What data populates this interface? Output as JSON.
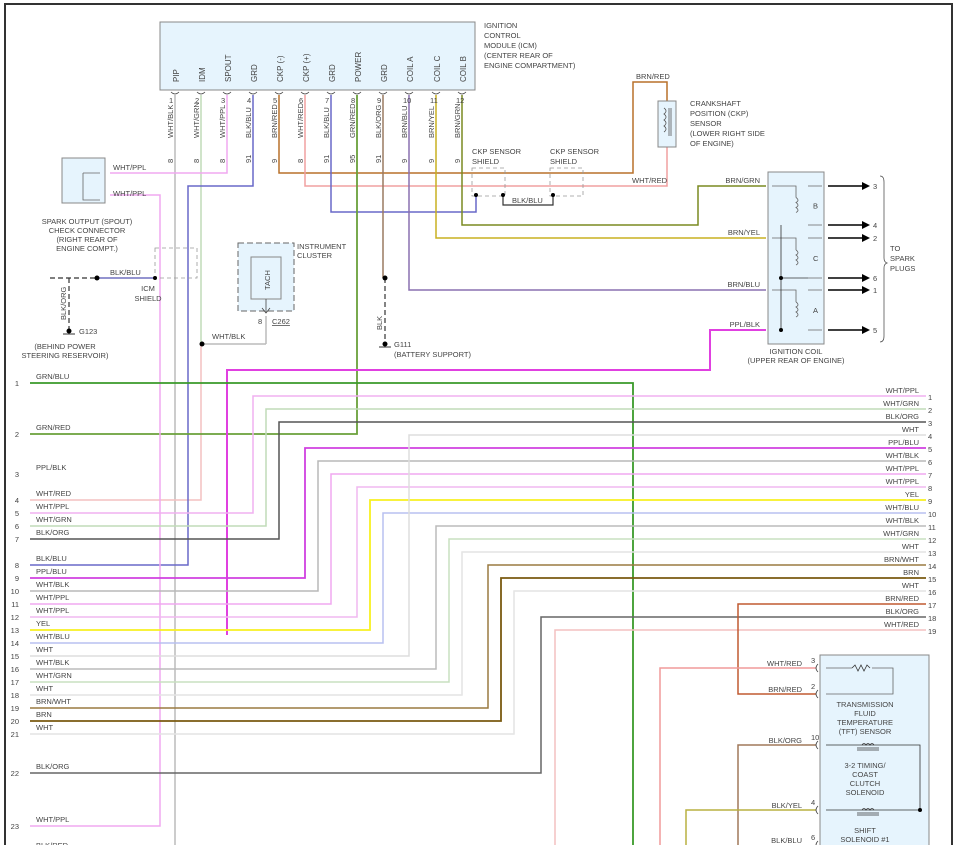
{
  "icm": {
    "title_lines": [
      "IGNITION",
      "CONTROL",
      "MODULE (ICM)",
      "(CENTER REAR OF",
      "ENGINE COMPARTMENT)"
    ],
    "pins": [
      {
        "pin": "1",
        "name": "PIP",
        "wire": "WHT/BLK",
        "circuit": "8"
      },
      {
        "pin": "2",
        "name": "IDM",
        "wire": "WHT/GRN",
        "circuit": "8"
      },
      {
        "pin": "3",
        "name": "SPOUT",
        "wire": "WHT/PPL",
        "circuit": "8"
      },
      {
        "pin": "4",
        "name": "GRD",
        "wire": "BLK/BLU",
        "circuit": "91"
      },
      {
        "pin": "5",
        "name": "CKP (-)",
        "wire": "BRN/RED",
        "circuit": "9"
      },
      {
        "pin": "6",
        "name": "CKP (+)",
        "wire": "WHT/RED",
        "circuit": "8"
      },
      {
        "pin": "7",
        "name": "GRD",
        "wire": "BLK/BLU",
        "circuit": "91"
      },
      {
        "pin": "8",
        "name": "POWER",
        "wire": "GRN/RED",
        "circuit": "95"
      },
      {
        "pin": "9",
        "name": "GRD",
        "wire": "BLK/ORG",
        "circuit": "91"
      },
      {
        "pin": "10",
        "name": "COIL A",
        "wire": "BRN/BLU",
        "circuit": "9"
      },
      {
        "pin": "11",
        "name": "COIL C",
        "wire": "BRN/YEL",
        "circuit": "9"
      },
      {
        "pin": "12",
        "name": "COIL B",
        "wire": "BRN/GRN",
        "circuit": "9"
      }
    ]
  },
  "ckp_sensor": {
    "title_lines": [
      "CRANKSHAFT",
      "POSITION (CKP)",
      "SENSOR",
      "(LOWER RIGHT SIDE",
      "OF ENGINE)"
    ],
    "wire_top": "BRN/RED",
    "wire_bottom": "WHT/RED",
    "shield_label_1": [
      "CKP SENSOR",
      "SHIELD"
    ],
    "shield_label_2": [
      "CKP SENSOR",
      "SHIELD"
    ],
    "shield_wire": "BLK/BLU"
  },
  "spout": {
    "title_lines": [
      "SPARK OUTPUT (SPOUT)",
      "CHECK CONNECTOR",
      "(RIGHT REAR OF",
      "ENGINE COMPT.)"
    ],
    "wire_1": "WHT/PPL",
    "wire_2": "WHT/PPL"
  },
  "icm_shield": {
    "label_lines": [
      "ICM",
      "SHIELD"
    ],
    "wire": "BLK/BLU",
    "ground_wire": "BLK/ORG",
    "ground_id": "G123",
    "ground_location_lines": [
      "(BEHIND POWER",
      "STEERING RESERVOIR)"
    ]
  },
  "instrument_cluster": {
    "title_lines": [
      "INSTRUMENT",
      "CLUSTER"
    ],
    "component": "TACH",
    "pin": "8",
    "connector": "C262",
    "wire": "WHT/BLK"
  },
  "ground_g111": {
    "wire": "BLK",
    "id": "G111",
    "location": "(BATTERY SUPPORT)"
  },
  "ignition_coil": {
    "title_lines": [
      "IGNITION COIL",
      "(UPPER REAR OF ENGINE)"
    ],
    "inputs": [
      "BRN/GRN",
      "BRN/YEL",
      "BRN/BLU",
      "PPL/BLK"
    ],
    "coils": [
      "B",
      "C",
      "A"
    ],
    "outputs": [
      "3",
      "4",
      "2",
      "6",
      "1",
      "5"
    ],
    "plugs_label_lines": [
      "TO",
      "SPARK",
      "PLUGS"
    ]
  },
  "left_connector": [
    {
      "pin": "1",
      "wire": "GRN/BLU",
      "color": "#3a9a2a",
      "stripe": "#6a7fd8"
    },
    {
      "pin": "2",
      "wire": "GRN/RED",
      "color": "#3a9a2a",
      "stripe": "#c07a40"
    },
    {
      "pin": "3",
      "wire": "PPL/BLK",
      "color": "#e040e0",
      "stripe": "#6a6a6a"
    },
    {
      "pin": "4",
      "wire": "WHT/RED",
      "color": "#f4c0c0",
      "stripe": "#f4c0c0"
    },
    {
      "pin": "5",
      "wire": "WHT/PPL",
      "color": "#f0b0f0",
      "stripe": "#f0b0f0"
    },
    {
      "pin": "6",
      "wire": "WHT/GRN",
      "color": "#c0dcb8",
      "stripe": "#c0dcb8"
    },
    {
      "pin": "7",
      "wire": "BLK/ORG",
      "color": "#555555",
      "stripe": "#d09060"
    },
    {
      "pin": "8",
      "wire": "BLK/BLU",
      "color": "#555570",
      "stripe": "#8080d0"
    },
    {
      "pin": "9",
      "wire": "PPL/BLU",
      "color": "#d040e0",
      "stripe": "#8080d0"
    },
    {
      "pin": "10",
      "wire": "WHT/BLK",
      "color": "#b8b8b8",
      "stripe": "#b8b8b8"
    },
    {
      "pin": "11",
      "wire": "WHT/PPL",
      "color": "#f0a8f0",
      "stripe": "#f0a8f0"
    },
    {
      "pin": "12",
      "wire": "WHT/PPL",
      "color": "#f0b8f0",
      "stripe": "#f0b8f0"
    },
    {
      "pin": "13",
      "wire": "YEL",
      "color": "#f8f020",
      "stripe": "#f8f020"
    },
    {
      "pin": "14",
      "wire": "WHT/BLU",
      "color": "#b8c0f0",
      "stripe": "#b8c0f0"
    },
    {
      "pin": "15",
      "wire": "WHT",
      "color": "#dddddd",
      "stripe": "#dddddd"
    },
    {
      "pin": "16",
      "wire": "WHT/BLK",
      "color": "#bbbbbb",
      "stripe": "#bbbbbb"
    },
    {
      "pin": "17",
      "wire": "WHT/GRN",
      "color": "#c8e0c0",
      "stripe": "#c8e0c0"
    },
    {
      "pin": "18",
      "wire": "WHT",
      "color": "#e4e4e4",
      "stripe": "#e4e4e4"
    },
    {
      "pin": "19",
      "wire": "BRN/WHT",
      "color": "#9a7a40",
      "stripe": "#9a7a40"
    },
    {
      "pin": "20",
      "wire": "BRN",
      "color": "#7a5a10",
      "stripe": "#7a5a10"
    },
    {
      "pin": "21",
      "wire": "WHT",
      "color": "#e4e4e4",
      "stripe": "#e4e4e4"
    },
    {
      "pin": "22",
      "wire": "BLK/ORG",
      "color": "#666666",
      "stripe": "#d09060"
    },
    {
      "pin": "23",
      "wire": "WHT/PPL",
      "color": "#f0b0f0",
      "stripe": "#f0b0f0"
    }
  ],
  "left_connector_partial_label": "BLK/RED",
  "right_connector": [
    {
      "pin": "1",
      "wire": "WHT/PPL",
      "color": "#f0b0f0"
    },
    {
      "pin": "2",
      "wire": "WHT/GRN",
      "color": "#c0dcb8"
    },
    {
      "pin": "3",
      "wire": "BLK/ORG",
      "color": "#555555"
    },
    {
      "pin": "4",
      "wire": "WHT",
      "color": "#dddddd"
    },
    {
      "pin": "5",
      "wire": "PPL/BLU",
      "color": "#d040e0"
    },
    {
      "pin": "6",
      "wire": "WHT/BLK",
      "color": "#b8b8b8"
    },
    {
      "pin": "7",
      "wire": "WHT/PPL",
      "color": "#f0a8f0"
    },
    {
      "pin": "8",
      "wire": "WHT/PPL",
      "color": "#f0b8f0"
    },
    {
      "pin": "9",
      "wire": "YEL",
      "color": "#f8f020"
    },
    {
      "pin": "10",
      "wire": "WHT/BLU",
      "color": "#b8c0f0"
    },
    {
      "pin": "11",
      "wire": "WHT/BLK",
      "color": "#bbbbbb"
    },
    {
      "pin": "12",
      "wire": "WHT/GRN",
      "color": "#c8e0c0"
    },
    {
      "pin": "13",
      "wire": "WHT",
      "color": "#e4e4e4"
    },
    {
      "pin": "14",
      "wire": "BRN/WHT",
      "color": "#9a7a40"
    },
    {
      "pin": "15",
      "wire": "BRN",
      "color": "#7a5a10"
    },
    {
      "pin": "16",
      "wire": "WHT",
      "color": "#e4e4e4"
    },
    {
      "pin": "17",
      "wire": "BRN/RED",
      "color": "#e07060"
    },
    {
      "pin": "18",
      "wire": "BLK/ORG",
      "color": "#555555"
    },
    {
      "pin": "19",
      "wire": "WHT/RED",
      "color": "#f09a9a"
    }
  ],
  "transmission": {
    "tft_label_lines": [
      "TRANSMISSION",
      "FLUID",
      "TEMPERATURE",
      "(TFT) SENSOR"
    ],
    "ccs_label_lines": [
      "3-2 TIMING/",
      "COAST",
      "CLUTCH",
      "SOLENOID"
    ],
    "ss1_label_lines": [
      "SHIFT",
      "SOLENOID #1"
    ],
    "pins": [
      {
        "pin": "3",
        "wire": "WHT/RED"
      },
      {
        "pin": "2",
        "wire": "BRN/RED"
      },
      {
        "pin": "10",
        "wire": "BLK/ORG"
      },
      {
        "pin": "4",
        "wire": "BLK/YEL"
      },
      {
        "pin": "6",
        "wire": "BLK/BLU"
      }
    ]
  },
  "colors": {
    "box_fill": "#e6f4fd",
    "frame": "#333333"
  }
}
